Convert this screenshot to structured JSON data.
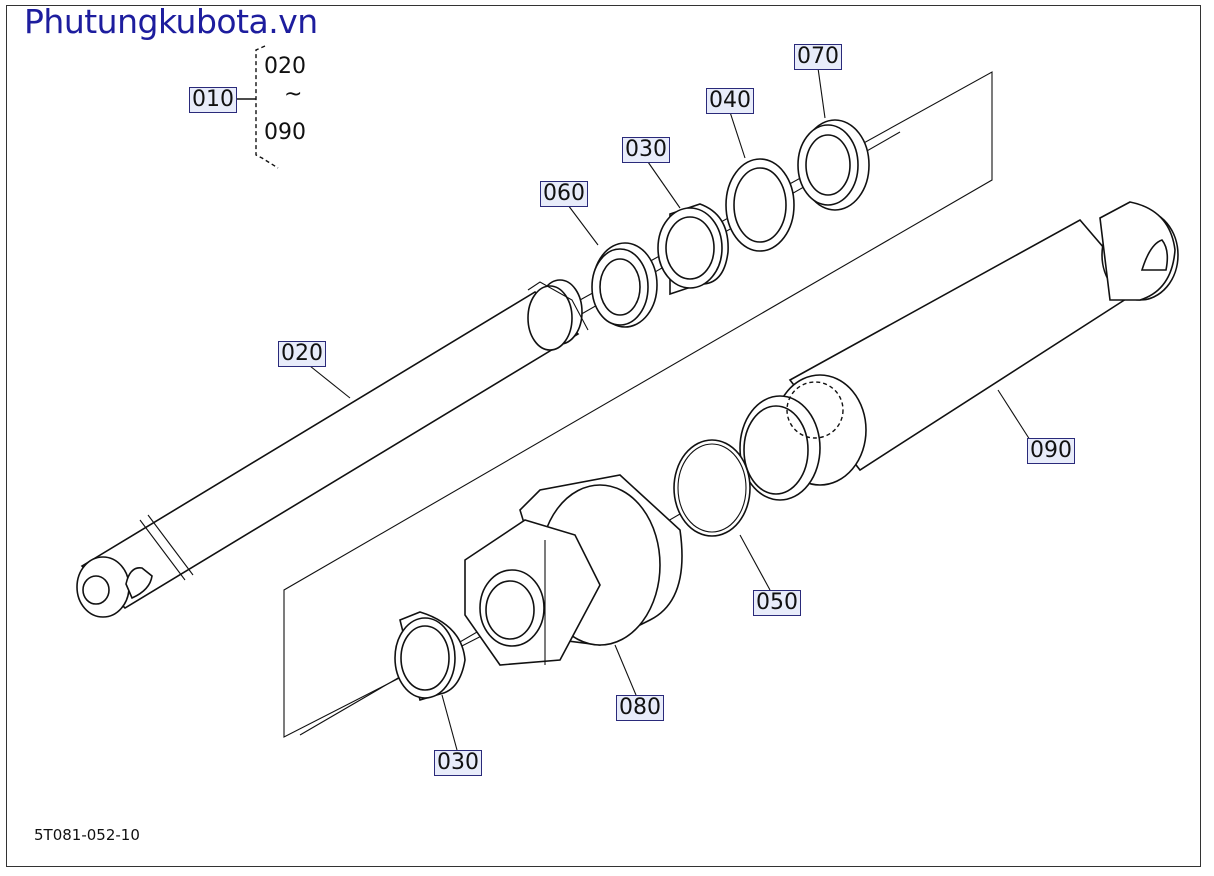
{
  "watermark": "Phutungkubota.vn",
  "drawing_code": "5T081-052-10",
  "assembly": {
    "parent_label": "010",
    "range_start": "020",
    "range_sep": "~",
    "range_end": "090"
  },
  "callouts": {
    "c020": "020",
    "c030_top": "030",
    "c030_bottom": "030",
    "c040": "040",
    "c050": "050",
    "c060": "060",
    "c070": "070",
    "c080": "080",
    "c090": "090"
  },
  "colors": {
    "line": "#111111",
    "callout_bg": "#e8ecfa",
    "watermark": "#1d1d9e"
  }
}
